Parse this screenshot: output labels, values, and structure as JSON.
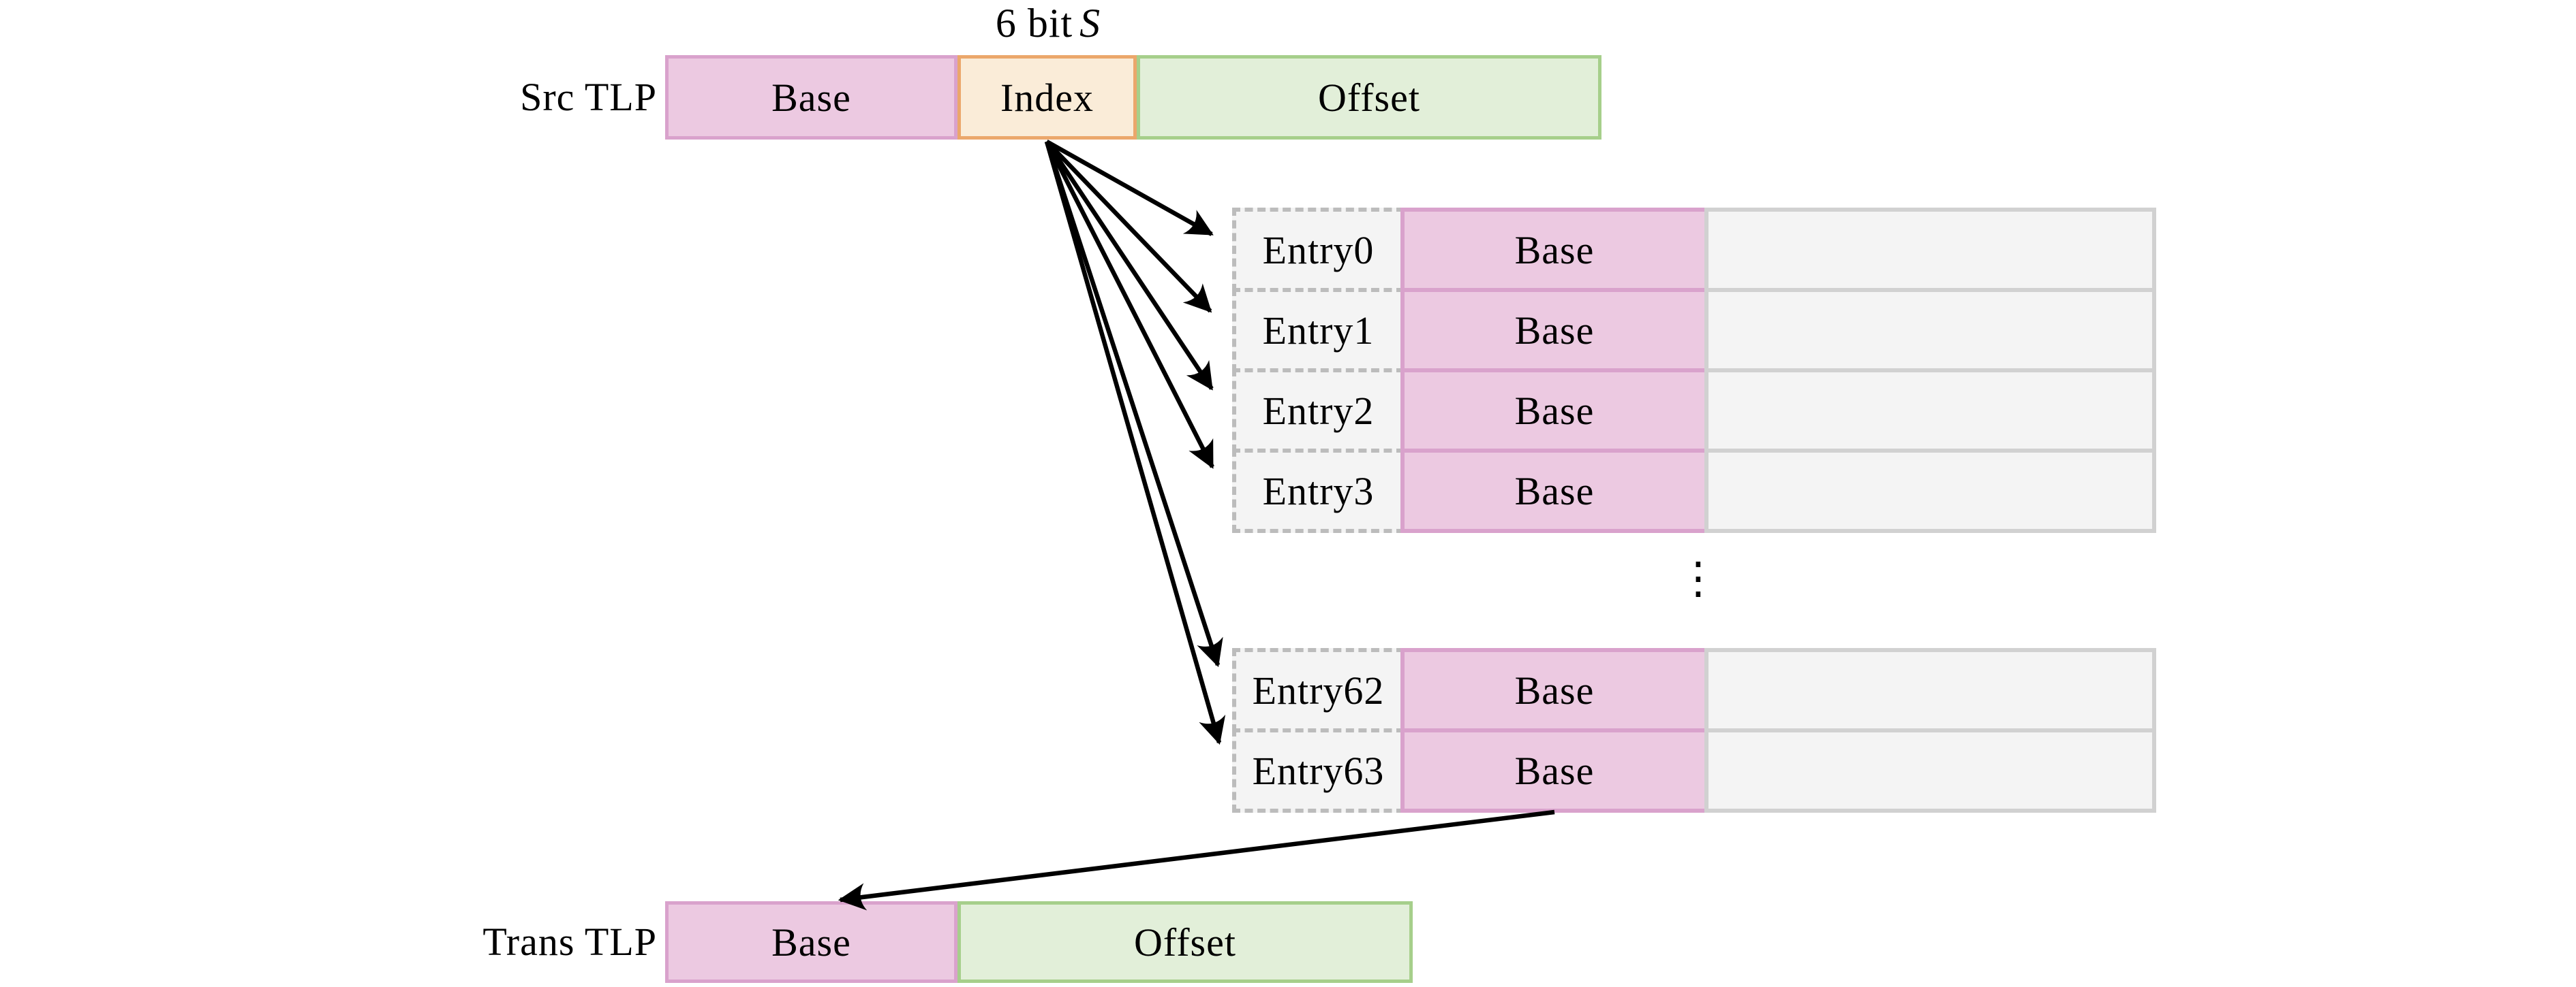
{
  "diagram": {
    "src_tlp": {
      "label": "Src TLP",
      "bit_annotation": {
        "prefix": "6 bit",
        "variable": "S"
      },
      "fields": [
        {
          "name": "Base",
          "fill": "#ecc9e1",
          "border": "#d9a2cc"
        },
        {
          "name": "Index",
          "fill": "#faecd8",
          "border": "#eba76b"
        },
        {
          "name": "Offset",
          "fill": "#e2efd9",
          "border": "#a6cf8b"
        }
      ]
    },
    "translation_table": {
      "upper_rows": [
        {
          "entry": "Entry0",
          "base": "Base"
        },
        {
          "entry": "Entry1",
          "base": "Base"
        },
        {
          "entry": "Entry2",
          "base": "Base"
        },
        {
          "entry": "Entry3",
          "base": "Base"
        }
      ],
      "ellipsis": "⋮",
      "lower_rows": [
        {
          "entry": "Entry62",
          "base": "Base"
        },
        {
          "entry": "Entry63",
          "base": "Base"
        }
      ]
    },
    "trans_tlp": {
      "label": "Trans TLP",
      "fields": [
        {
          "name": "Base",
          "fill": "#ecc9e1",
          "border": "#d9a2cc"
        },
        {
          "name": "Offset",
          "fill": "#e2efd9",
          "border": "#a6cf8b"
        }
      ]
    },
    "colors": {
      "pink_fill": "#ecc9e1",
      "pink_border": "#d9a2cc",
      "orange_fill": "#faecd8",
      "orange_border": "#eba76b",
      "green_fill": "#e2efd9",
      "green_border": "#a6cf8b",
      "gray_fill": "#f4f4f4",
      "gray_border_solid": "#d1d1d1",
      "gray_border_dashed": "#bcbcbc",
      "arrow": "#000000"
    }
  }
}
